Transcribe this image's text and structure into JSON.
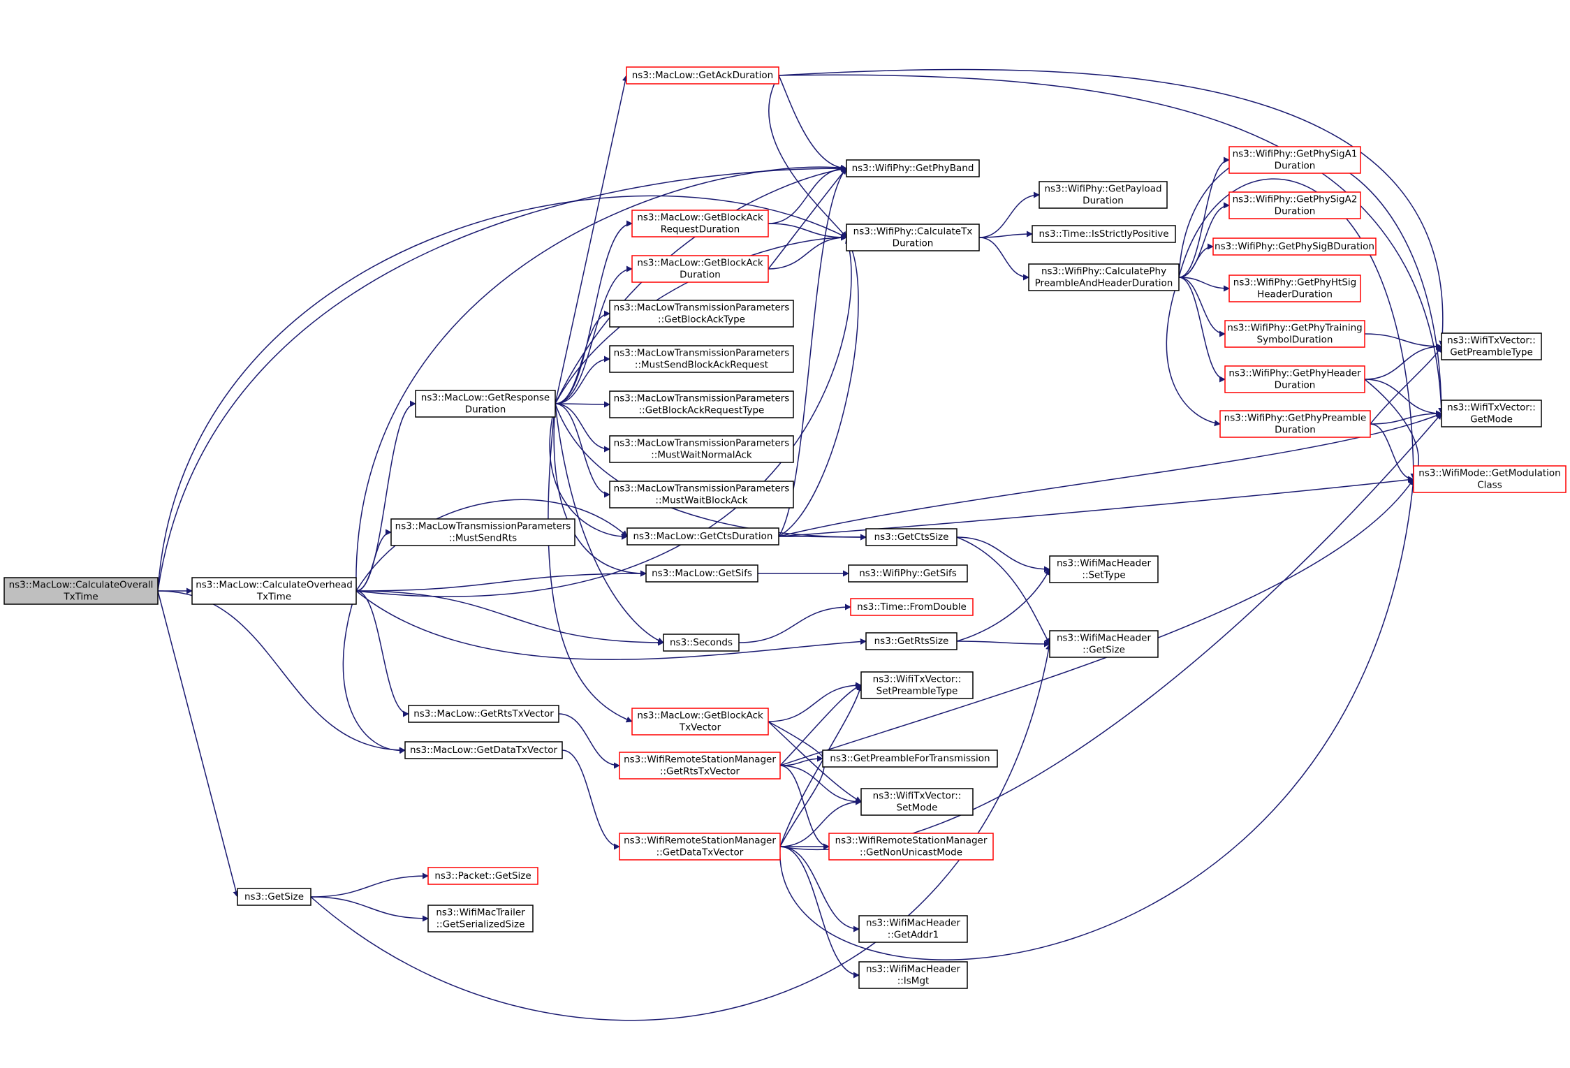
{
  "diagram": {
    "colors": {
      "edge": "#191970",
      "node_border": "#000000",
      "node_border_undocumented": "#ff0000",
      "root_fill": "#bfbfbf",
      "node_fill": "#ffffff"
    },
    "nodes": [
      {
        "id": "calcOverall",
        "lines": [
          "ns3::MacLow::CalculateOverall",
          "TxTime"
        ],
        "kind": "root"
      },
      {
        "id": "calcOverhead",
        "lines": [
          "ns3::MacLow::CalculateOverhead",
          "TxTime"
        ],
        "kind": "normal"
      },
      {
        "id": "getSize",
        "lines": [
          "ns3::GetSize"
        ],
        "kind": "normal"
      },
      {
        "id": "getDataTxVector",
        "lines": [
          "ns3::MacLow::GetDataTxVector"
        ],
        "kind": "normal"
      },
      {
        "id": "getRtsTxVector",
        "lines": [
          "ns3::MacLow::GetRtsTxVector"
        ],
        "kind": "normal"
      },
      {
        "id": "mustSendRts",
        "lines": [
          "ns3::MacLowTransmissionParameters",
          "::MustSendRts"
        ],
        "kind": "normal"
      },
      {
        "id": "getResponseDuration",
        "lines": [
          "ns3::MacLow::GetResponse",
          "Duration"
        ],
        "kind": "normal"
      },
      {
        "id": "getAckDuration",
        "lines": [
          "ns3::MacLow::GetAckDuration"
        ],
        "kind": "red"
      },
      {
        "id": "getBlockAckReqDur",
        "lines": [
          "ns3::MacLow::GetBlockAck",
          "RequestDuration"
        ],
        "kind": "red"
      },
      {
        "id": "getBlockAckDur",
        "lines": [
          "ns3::MacLow::GetBlockAck",
          "Duration"
        ],
        "kind": "red"
      },
      {
        "id": "getBlockAckType",
        "lines": [
          "ns3::MacLowTransmissionParameters",
          "::GetBlockAckType"
        ],
        "kind": "normal"
      },
      {
        "id": "mustSendBAR",
        "lines": [
          "ns3::MacLowTransmissionParameters",
          "::MustSendBlockAckRequest"
        ],
        "kind": "normal"
      },
      {
        "id": "getBARType",
        "lines": [
          "ns3::MacLowTransmissionParameters",
          "::GetBlockAckRequestType"
        ],
        "kind": "normal"
      },
      {
        "id": "mustWaitNormalAck",
        "lines": [
          "ns3::MacLowTransmissionParameters",
          "::MustWaitNormalAck"
        ],
        "kind": "normal"
      },
      {
        "id": "mustWaitBlockAck",
        "lines": [
          "ns3::MacLowTransmissionParameters",
          "::MustWaitBlockAck"
        ],
        "kind": "normal"
      },
      {
        "id": "getCtsDuration",
        "lines": [
          "ns3::MacLow::GetCtsDuration"
        ],
        "kind": "normal"
      },
      {
        "id": "getSifs",
        "lines": [
          "ns3::MacLow::GetSifs"
        ],
        "kind": "normal"
      },
      {
        "id": "seconds",
        "lines": [
          "ns3::Seconds"
        ],
        "kind": "normal"
      },
      {
        "id": "getBlockAckTxVector",
        "lines": [
          "ns3::MacLow::GetBlockAck",
          "TxVector"
        ],
        "kind": "red"
      },
      {
        "id": "wrsmGetRtsTxVector",
        "lines": [
          "ns3::WifiRemoteStationManager",
          "::GetRtsTxVector"
        ],
        "kind": "red"
      },
      {
        "id": "wrsmGetDataTxVector",
        "lines": [
          "ns3::WifiRemoteStationManager",
          "::GetDataTxVector"
        ],
        "kind": "red"
      },
      {
        "id": "packetGetSize",
        "lines": [
          "ns3::Packet::GetSize"
        ],
        "kind": "red"
      },
      {
        "id": "trailerSize",
        "lines": [
          "ns3::WifiMacTrailer",
          "::GetSerializedSize"
        ],
        "kind": "normal"
      },
      {
        "id": "getPhyBand",
        "lines": [
          "ns3::WifiPhy::GetPhyBand"
        ],
        "kind": "normal"
      },
      {
        "id": "calcTxDuration",
        "lines": [
          "ns3::WifiPhy::CalculateTx",
          "Duration"
        ],
        "kind": "normal"
      },
      {
        "id": "getCtsSize",
        "lines": [
          "ns3::GetCtsSize"
        ],
        "kind": "normal"
      },
      {
        "id": "phyGetSifs",
        "lines": [
          "ns3::WifiPhy::GetSifs"
        ],
        "kind": "normal"
      },
      {
        "id": "fromDouble",
        "lines": [
          "ns3::Time::FromDouble"
        ],
        "kind": "red"
      },
      {
        "id": "getRtsSize",
        "lines": [
          "ns3::GetRtsSize"
        ],
        "kind": "normal"
      },
      {
        "id": "setPreambleType",
        "lines": [
          "ns3::WifiTxVector::",
          "SetPreambleType"
        ],
        "kind": "normal"
      },
      {
        "id": "getPreambleForTx",
        "lines": [
          "ns3::GetPreambleForTransmission"
        ],
        "kind": "normal"
      },
      {
        "id": "setMode",
        "lines": [
          "ns3::WifiTxVector::",
          "SetMode"
        ],
        "kind": "normal"
      },
      {
        "id": "getNonUnicastMode",
        "lines": [
          "ns3::WifiRemoteStationManager",
          "::GetNonUnicastMode"
        ],
        "kind": "red"
      },
      {
        "id": "getAddr1",
        "lines": [
          "ns3::WifiMacHeader",
          "::GetAddr1"
        ],
        "kind": "normal"
      },
      {
        "id": "isMgt",
        "lines": [
          "ns3::WifiMacHeader",
          "::IsMgt"
        ],
        "kind": "normal"
      },
      {
        "id": "getPayloadDuration",
        "lines": [
          "ns3::WifiPhy::GetPayload",
          "Duration"
        ],
        "kind": "normal"
      },
      {
        "id": "isStrictlyPositive",
        "lines": [
          "ns3::Time::IsStrictlyPositive"
        ],
        "kind": "normal"
      },
      {
        "id": "calcPreambleHeader",
        "lines": [
          "ns3::WifiPhy::CalculatePhy",
          "PreambleAndHeaderDuration"
        ],
        "kind": "normal"
      },
      {
        "id": "macHdrSetType",
        "lines": [
          "ns3::WifiMacHeader",
          "::SetType"
        ],
        "kind": "normal"
      },
      {
        "id": "macHdrGetSize",
        "lines": [
          "ns3::WifiMacHeader",
          "::GetSize"
        ],
        "kind": "normal"
      },
      {
        "id": "sigA1",
        "lines": [
          "ns3::WifiPhy::GetPhySigA1",
          "Duration"
        ],
        "kind": "red"
      },
      {
        "id": "sigA2",
        "lines": [
          "ns3::WifiPhy::GetPhySigA2",
          "Duration"
        ],
        "kind": "red"
      },
      {
        "id": "sigB",
        "lines": [
          "ns3::WifiPhy::GetPhySigBDuration"
        ],
        "kind": "red"
      },
      {
        "id": "htSig",
        "lines": [
          "ns3::WifiPhy::GetPhyHtSig",
          "HeaderDuration"
        ],
        "kind": "red"
      },
      {
        "id": "training",
        "lines": [
          "ns3::WifiPhy::GetPhyTraining",
          "SymbolDuration"
        ],
        "kind": "red"
      },
      {
        "id": "phyHeader",
        "lines": [
          "ns3::WifiPhy::GetPhyHeader",
          "Duration"
        ],
        "kind": "red"
      },
      {
        "id": "phyPreamble",
        "lines": [
          "ns3::WifiPhy::GetPhyPreamble",
          "Duration"
        ],
        "kind": "red"
      },
      {
        "id": "txvGetPreambleType",
        "lines": [
          "ns3::WifiTxVector::",
          "GetPreambleType"
        ],
        "kind": "normal"
      },
      {
        "id": "txvGetMode",
        "lines": [
          "ns3::WifiTxVector::",
          "GetMode"
        ],
        "kind": "normal"
      },
      {
        "id": "getModulationClass",
        "lines": [
          "ns3::WifiMode::GetModulation",
          "Class"
        ],
        "kind": "red"
      }
    ]
  }
}
